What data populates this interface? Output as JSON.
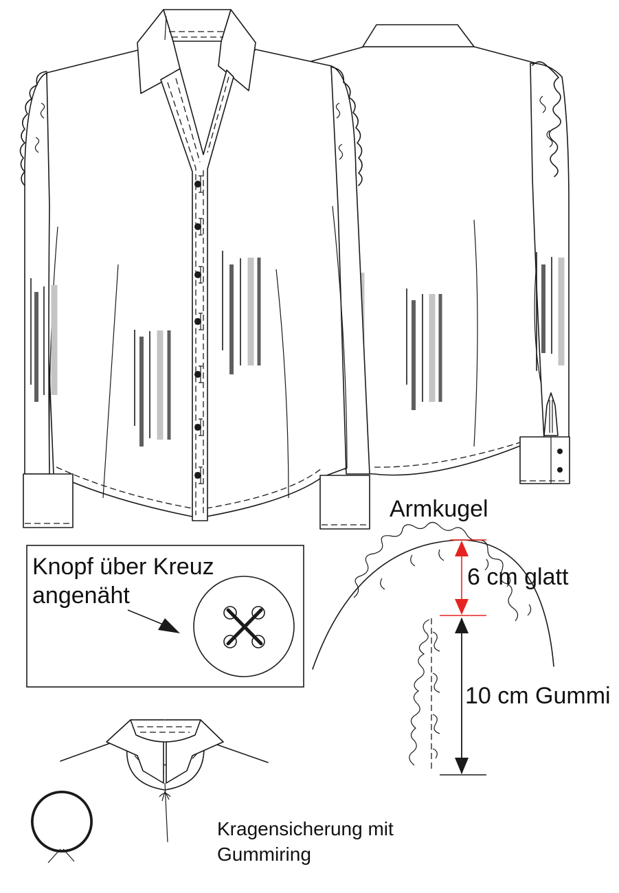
{
  "labels": {
    "armkugel": "Armkugel",
    "smooth": "6 cm glatt",
    "elastic": "10 cm Gummi",
    "button_line1": "Knopf über Kreuz",
    "button_line2": "angenäht",
    "collar_line1": "Kragensicherung mit",
    "collar_line2": "Gummiring"
  },
  "colors": {
    "line": "#1a1a1a",
    "stripe_dark": "#5f5f5f",
    "stripe_light": "#c4c4c4",
    "measure_red": "#e52421"
  }
}
